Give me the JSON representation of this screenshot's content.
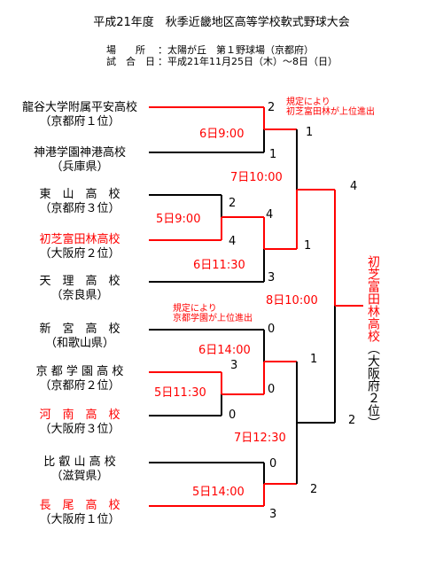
{
  "header": {
    "title": "平成21年度　秋季近畿地区高等学校軟式野球大会",
    "venue_label": "場　　所",
    "venue_value": "：太陽が丘　第１野球場（京都府）",
    "date_label": "試　合　日",
    "date_value": "：平成21年11月25日（木）～8日（日）"
  },
  "teams": [
    {
      "name": "龍谷大学附属平安高校",
      "region": "（京都府１位）"
    },
    {
      "name": "神港学園神港高校",
      "region": "（兵庫県）"
    },
    {
      "name": "東　山　高　校",
      "region": "（京都府３位）"
    },
    {
      "name": "初芝富田林高校",
      "region": "（大阪府２位）"
    },
    {
      "name": "天　理　高　校",
      "region": "（奈良県）"
    },
    {
      "name": "新　宮　高　校",
      "region": "（和歌山県）"
    },
    {
      "name": "京 都 学 園 高 校",
      "region": "（京都府２位）"
    },
    {
      "name": "河　南　高　校",
      "region": "（大阪府３位）"
    },
    {
      "name": "比 叡 山 高 校",
      "region": "（滋賀県）"
    },
    {
      "name": "長　尾　高　校",
      "region": "（大阪府１位）"
    }
  ],
  "scores": {
    "r1_heian": "2",
    "r1_shinko": "1",
    "r1_higashiyama": "2",
    "r1_hatsushiba": "4",
    "r1_kyotogakuen": "3",
    "r1_kanan": "0",
    "r1_hieizan": "0",
    "r1_nagao": "3",
    "qf_heian": "1",
    "qf_hatsushiba": "4",
    "qf_tenri": "3",
    "qf_hatsushiba_b": "1",
    "qf_shingu": "0",
    "qf_kyotogakuen": "0",
    "qf_kyotogakuen_b": "1",
    "qf_nagao": "2",
    "final_top": "4",
    "final_bottom": "2"
  },
  "matches": {
    "m1": "6日9:00",
    "m2": "7日10:00",
    "m3": "5日9:00",
    "m4": "6日11:30",
    "m5": "8日10:00",
    "m6": "6日14:00",
    "m7": "5日11:30",
    "m8": "7日12:30",
    "m9": "5日14:00"
  },
  "notes": {
    "n1": "規定により\n初芝富田林が上位進出",
    "n2": "規定により\n京都学園が上位進出"
  },
  "winner": {
    "name": "初芝富田林高校",
    "region_open": "（",
    "region": "大阪府２位",
    "region_close": "）"
  },
  "colors": {
    "winner_line": "#ff0000",
    "line": "#000000"
  }
}
